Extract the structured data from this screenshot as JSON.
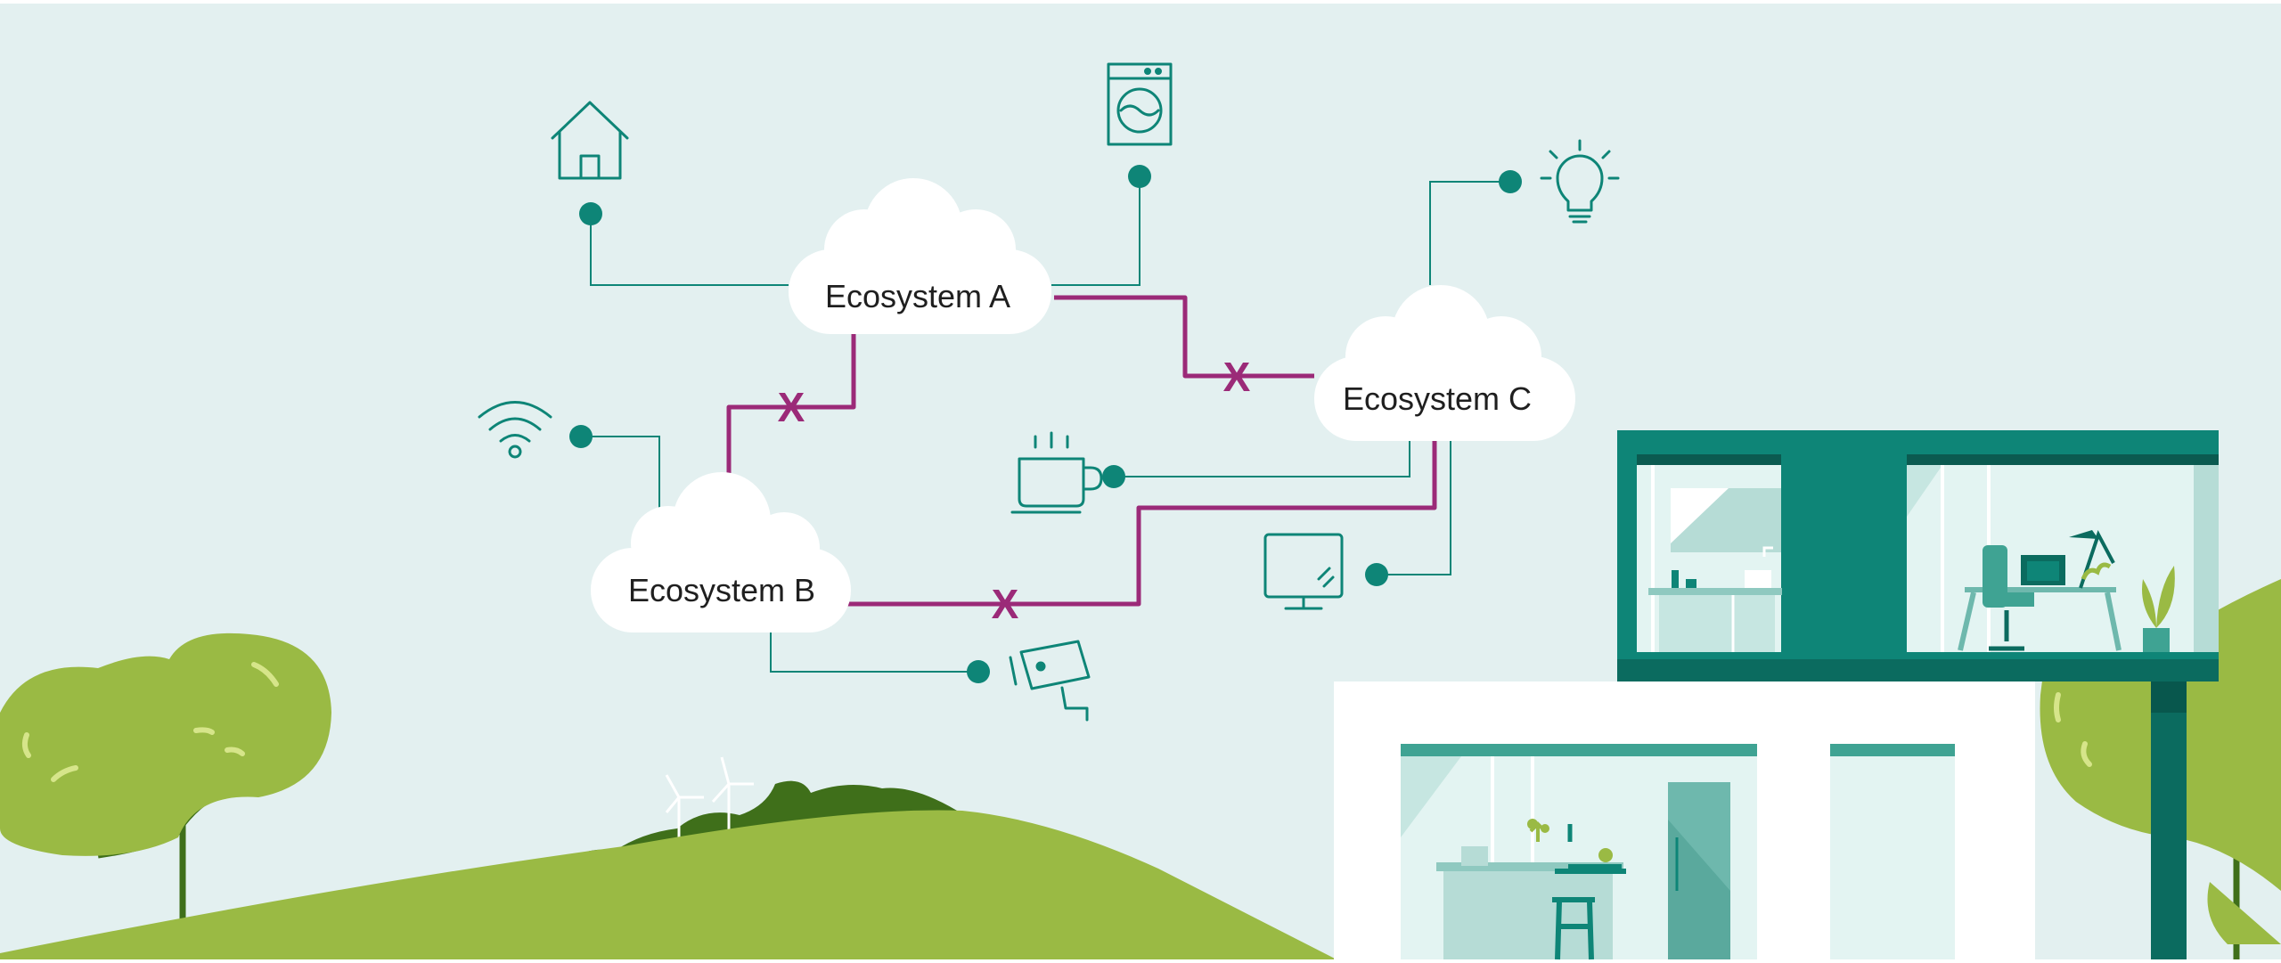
{
  "colors": {
    "sky": "#e3f0f0",
    "teal": "#0e8577",
    "teal_dark": "#0b6b5f",
    "teal_light": "#a9d6d0",
    "magenta": "#9b2a78",
    "grass": "#9aba44",
    "grass_dark": "#3f6f1a",
    "cloud": "#ffffff"
  },
  "ecosystems": [
    {
      "id": "a",
      "label": "Ecosystem A"
    },
    {
      "id": "b",
      "label": "Ecosystem B"
    },
    {
      "id": "c",
      "label": "Ecosystem C"
    }
  ],
  "blocked_links": [
    {
      "from": "Ecosystem A",
      "to": "Ecosystem B",
      "marker": "X"
    },
    {
      "from": "Ecosystem A",
      "to": "Ecosystem C",
      "marker": "X"
    },
    {
      "from": "Ecosystem B",
      "to": "Ecosystem C",
      "marker": "X"
    }
  ],
  "devices": [
    {
      "icon": "house-icon",
      "ecosystem": "Ecosystem A"
    },
    {
      "icon": "washing-machine-icon",
      "ecosystem": "Ecosystem A"
    },
    {
      "icon": "wifi-icon",
      "ecosystem": "Ecosystem B"
    },
    {
      "icon": "security-camera-icon",
      "ecosystem": "Ecosystem B"
    },
    {
      "icon": "coffee-cup-icon",
      "ecosystem": "Ecosystem C"
    },
    {
      "icon": "monitor-icon",
      "ecosystem": "Ecosystem C"
    },
    {
      "icon": "light-bulb-icon",
      "ecosystem": "Ecosystem C"
    }
  ]
}
